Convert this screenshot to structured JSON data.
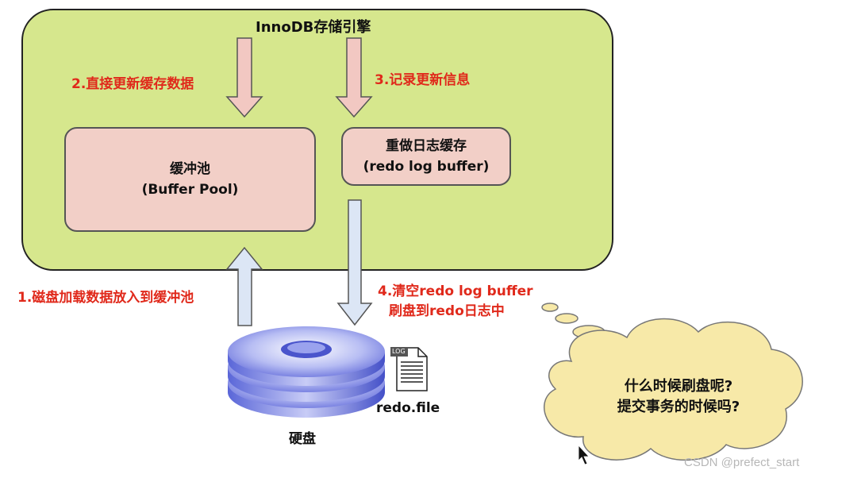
{
  "engine": {
    "title": "InnoDB存储引擎"
  },
  "buffer_pool": {
    "line1": "缓冲池",
    "line2": "(Buffer Pool)"
  },
  "redo_buffer": {
    "line1": "重做日志缓存",
    "line2": "(redo log buffer)"
  },
  "steps": {
    "step1": "1.磁盘加载数据放入到缓冲池",
    "step2": "2.直接更新缓存数据",
    "step3": "3.记录更新信息",
    "step4_line1": "4.清空redo log buffer",
    "step4_line2": "刷盘到redo日志中"
  },
  "disk": {
    "label": "硬盘"
  },
  "redo_file": {
    "label": "redo.file",
    "icon_text": "LOG"
  },
  "thought": {
    "line1": "什么时候刷盘呢?",
    "line2": "提交事务的时候吗?"
  },
  "watermark": "CSDN @prefect_start",
  "colors": {
    "engine_fill": "#d6e78d",
    "box_fill": "#f2cfc7",
    "step_text": "#e0291b",
    "down_arrow_fill": "#f2c8c2",
    "up_arrow_fill": "#dce6f5",
    "cloud_fill": "#f7e9a8"
  }
}
